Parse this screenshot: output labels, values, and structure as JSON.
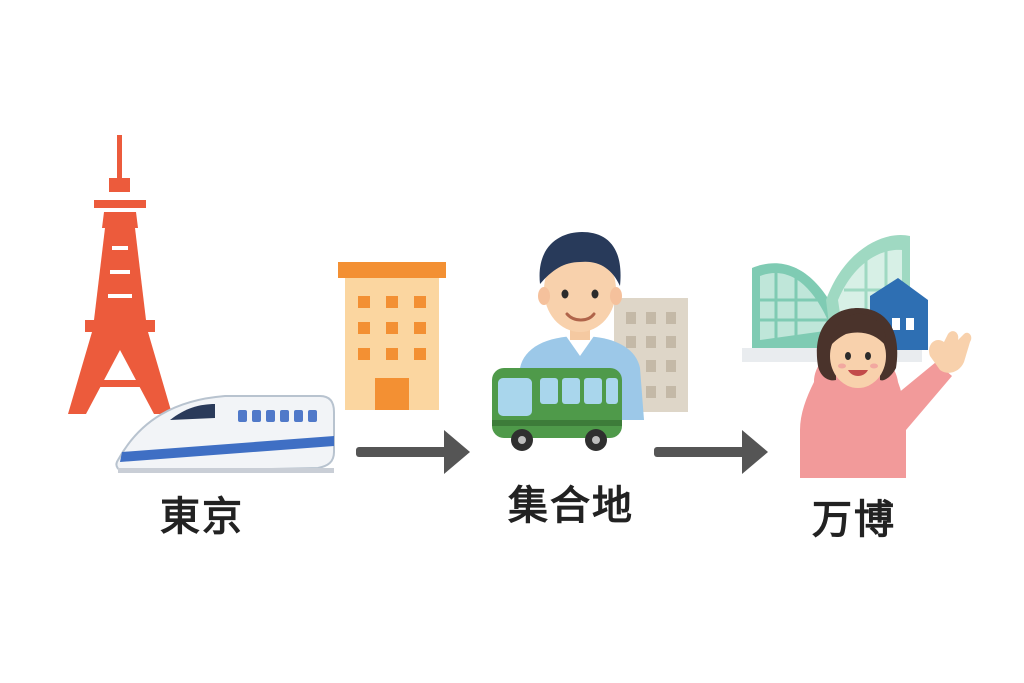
{
  "steps": [
    {
      "label": "東京"
    },
    {
      "label": "集合地"
    },
    {
      "label": "万博"
    }
  ],
  "colors": {
    "tower": "#ec5b3c",
    "building_roof": "#f39033",
    "building_body": "#fbd6a0",
    "bus": "#4f9a4a",
    "arrow": "#555555",
    "pavilion": "#7fcbb3",
    "shirt_blue": "#9cc8e8",
    "shirt_pink": "#f29a9a"
  },
  "icons": [
    "tokyo-tower-icon",
    "bullet-train-icon",
    "hotel-building-icon",
    "man-avatar-icon",
    "office-building-icon",
    "bus-icon",
    "expo-pavilion-icon",
    "waving-woman-icon",
    "arrow-right-icon"
  ]
}
